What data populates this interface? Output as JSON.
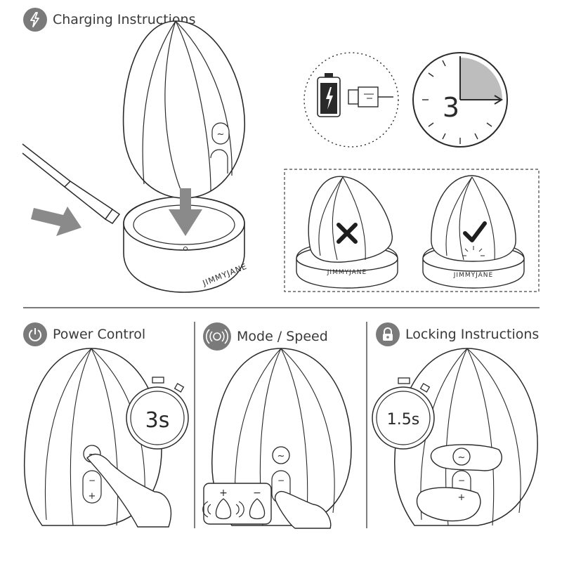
{
  "sections": {
    "charging": {
      "title": "Charging Instructions",
      "icon": "lightning-bolt-icon"
    },
    "power": {
      "title": "Power Control",
      "icon": "power-icon"
    },
    "mode": {
      "title": "Mode / Speed",
      "icon": "vibration-waves-icon"
    },
    "locking": {
      "title": "Locking Instructions",
      "icon": "padlock-icon"
    }
  },
  "charging": {
    "charge_hours": "3",
    "brand_left": "JIMMYJANE",
    "brand_wrong": "JIMMYJANE",
    "brand_right": "JIMMYJANE"
  },
  "power": {
    "timer": "3s",
    "buttons": {
      "mode": "~",
      "minus": "−",
      "plus": "+"
    }
  },
  "mode": {
    "buttons": {
      "mode": "~",
      "minus": "−",
      "plus": "+"
    },
    "inset_plus": "+",
    "inset_minus": "−"
  },
  "locking": {
    "timer": "1.5s",
    "buttons": {
      "mode": "~",
      "minus": "−",
      "plus": "+"
    }
  },
  "colors": {
    "line": "#2a2a2a",
    "icon_grey": "#7a7a7a",
    "arrow_grey": "#8a8a8a",
    "pie_grey": "#bdbdbd",
    "flower_fill": "#f4f4f4"
  }
}
